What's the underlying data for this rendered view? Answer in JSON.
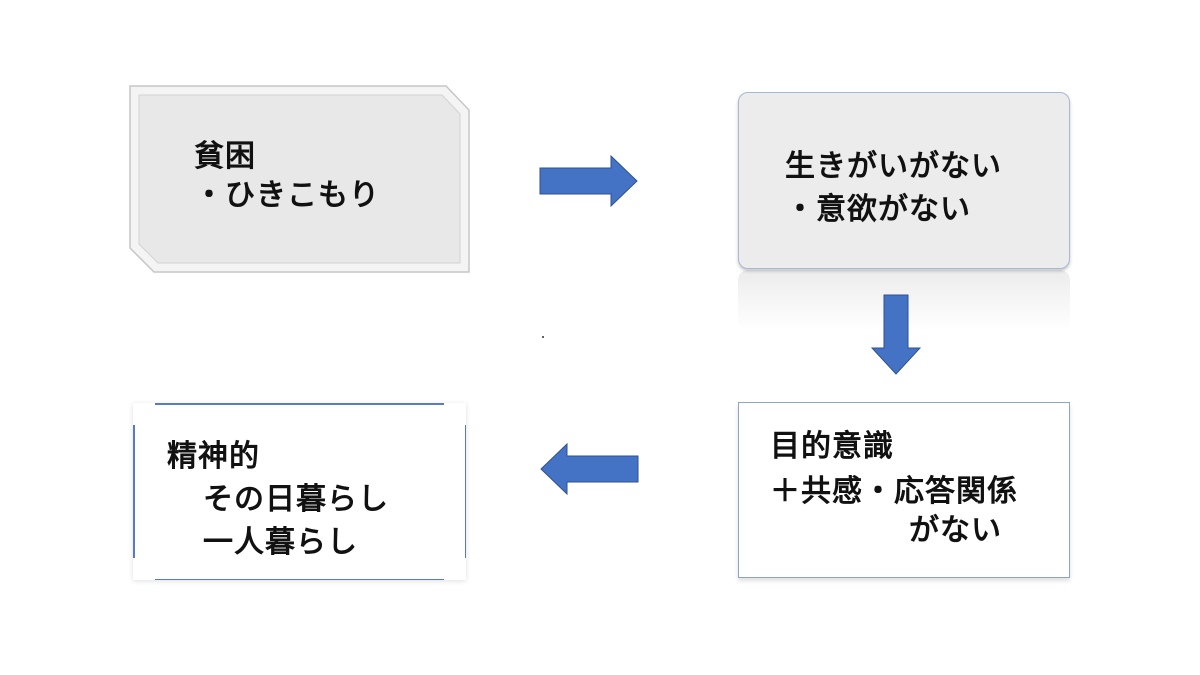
{
  "diagram": {
    "box1": {
      "lines": [
        "貧困",
        "・ひきこもり"
      ]
    },
    "box2": {
      "lines": [
        "生きがいがない",
        "・意欲がない"
      ]
    },
    "box3": {
      "lines": [
        "目的意識",
        "＋共感・応答関係",
        "がない"
      ]
    },
    "box4": {
      "lines": [
        "精神的",
        "その日暮らし",
        "一人暮らし"
      ]
    },
    "colors": {
      "arrow_fill": "#4472c4",
      "arrow_stroke": "#2f528f",
      "box_fill_grey": "#ececec",
      "box_outline_blue": "#8fa5c8"
    }
  }
}
